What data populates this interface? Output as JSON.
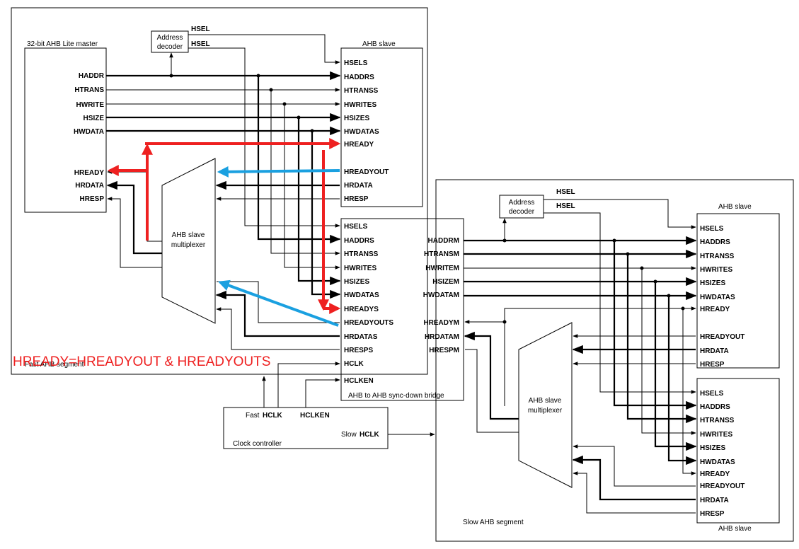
{
  "note": "HREADY=HREADYOUT & HREADYOUTS",
  "blocks": {
    "master_title": "32-bit AHB Lite master",
    "fast_segment": "Fast AHB segment",
    "slow_segment": "Slow AHB segment",
    "bridge_title": "AHB to AHB sync-down bridge",
    "clock_controller": "Clock controller",
    "slave_title": "AHB slave",
    "decoder": [
      "Address",
      "decoder"
    ],
    "mux": [
      "AHB slave",
      "multiplexer"
    ]
  },
  "labels": {
    "hsel": "HSEL",
    "fast": "Fast",
    "slow": "Slow",
    "hclk": "HCLK",
    "hclken": "HCLKEN"
  },
  "master_signals": [
    "HADDR",
    "HTRANS",
    "HWRITE",
    "HSIZE",
    "HWDATA",
    "HREADY",
    "HRDATA",
    "HRESP"
  ],
  "slave_signals": [
    "HSELS",
    "HADDRS",
    "HTRANSS",
    "HWRITES",
    "HSIZES",
    "HWDATAS",
    "HREADY",
    "HREADYOUT",
    "HRDATA",
    "HRESP"
  ],
  "bridge_left_signals": [
    "HSELS",
    "HADDRS",
    "HTRANSS",
    "HWRITES",
    "HSIZES",
    "HWDATAS",
    "HREADYS",
    "HREADYOUTS",
    "HRDATAS",
    "HRESPS",
    "HCLK",
    "HCLKEN"
  ],
  "bridge_right_signals": [
    "HADDRM",
    "HTRANSM",
    "HWRITEM",
    "HSIZEM",
    "HWDATAM",
    "HREADYM",
    "HRDATAM",
    "HRESPM"
  ],
  "colors": {
    "highlight_red": "#ee2020",
    "highlight_blue": "#1aa0e0",
    "line": "#000000"
  }
}
